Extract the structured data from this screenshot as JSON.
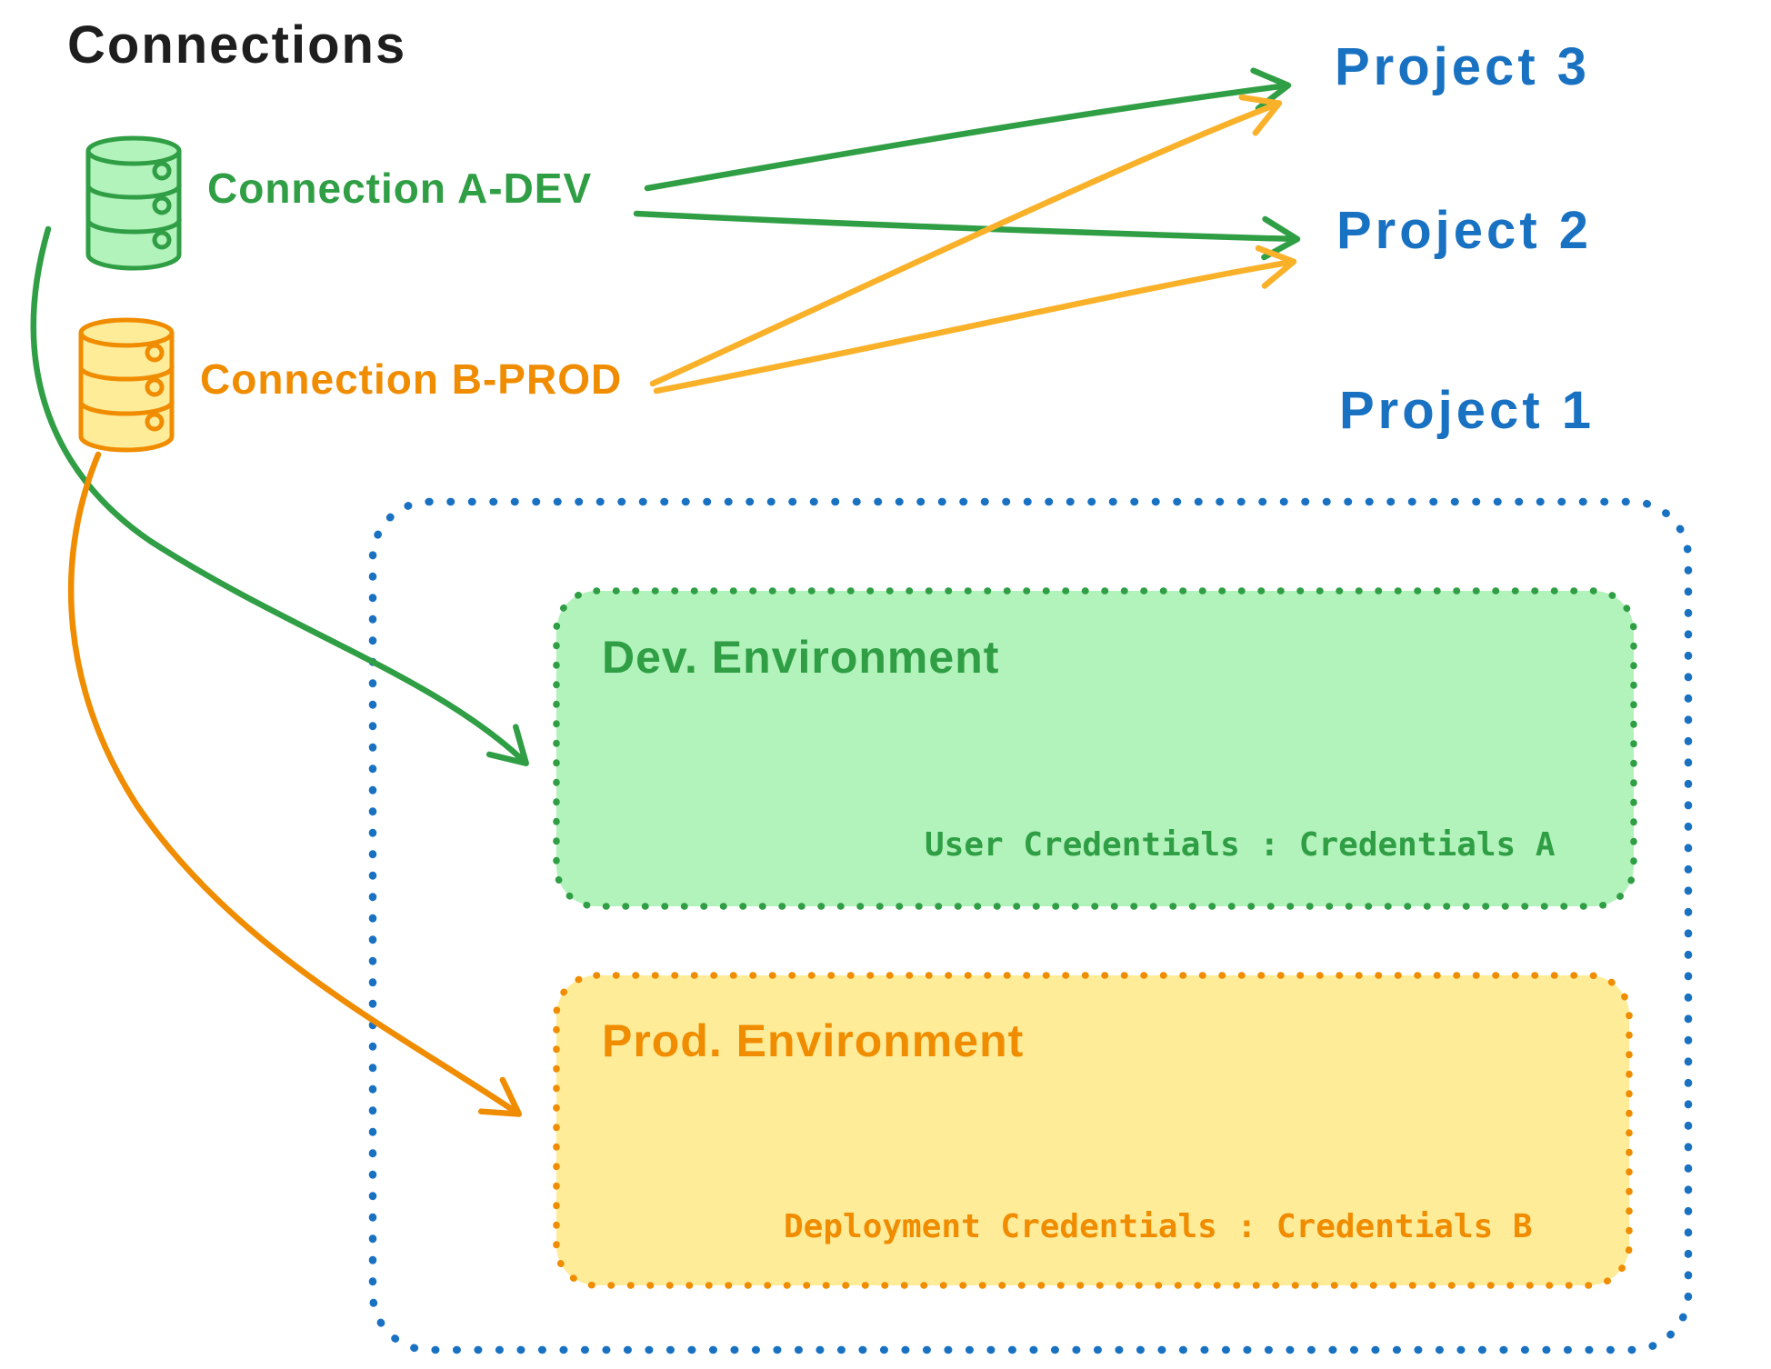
{
  "title": "Connections",
  "connections": [
    {
      "id": "a-dev",
      "label": "Connection A-DEV",
      "stroke": "#2f9e44",
      "fill": "#b2f2bb"
    },
    {
      "id": "b-prod",
      "label": "Connection B-PROD",
      "stroke": "#f08c00",
      "fill": "#ffec99"
    }
  ],
  "projects": [
    {
      "label": "Project 3"
    },
    {
      "label": "Project 2"
    },
    {
      "label": "Project 1"
    }
  ],
  "project1": {
    "environments": [
      {
        "name": "Dev. Environment",
        "credentials_text": "User Credentials : Credentials A",
        "stroke": "#2f9e44",
        "fill": "#b2f2bb"
      },
      {
        "name": "Prod. Environment",
        "credentials_text": "Deployment Credentials : Credentials B",
        "stroke": "#f08c00",
        "fill": "#ffec99"
      }
    ]
  },
  "edges": [
    {
      "from": "Connection A-DEV",
      "to": "Project 3",
      "color": "#2f9e44"
    },
    {
      "from": "Connection A-DEV",
      "to": "Project 2",
      "color": "#2f9e44"
    },
    {
      "from": "Connection B-PROD",
      "to": "Project 3",
      "color": "#fab12a"
    },
    {
      "from": "Connection B-PROD",
      "to": "Project 2",
      "color": "#fab12a"
    },
    {
      "from": "Connection A-DEV",
      "to": "Dev. Environment",
      "color": "#2f9e44"
    },
    {
      "from": "Connection B-PROD",
      "to": "Prod. Environment",
      "color": "#f08c00"
    }
  ],
  "colors": {
    "title": "#1e1e1e",
    "blue": "#1971c2",
    "green": "#2f9e44",
    "green_fill": "#b2f2bb",
    "orange": "#f08c00",
    "orange_light": "#fab12a",
    "orange_fill": "#ffec99",
    "background": "#ffffff"
  }
}
